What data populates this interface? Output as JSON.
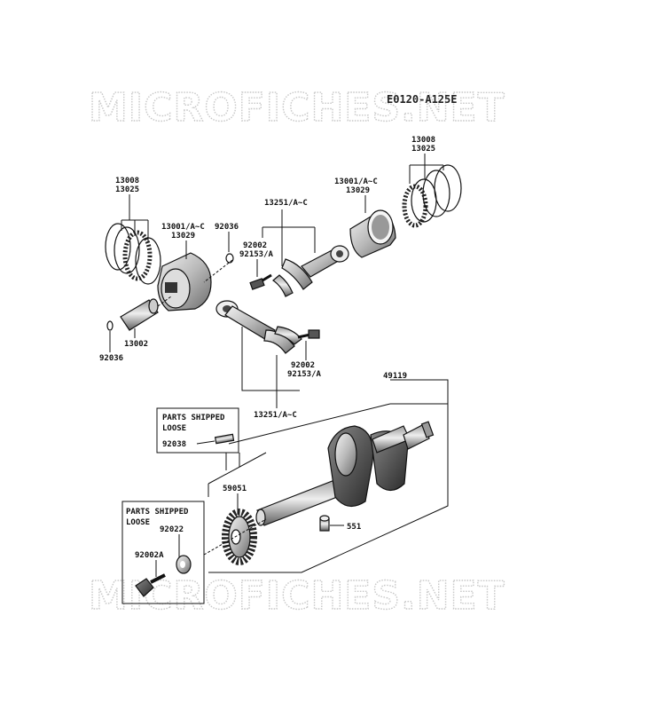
{
  "watermark": {
    "top": "MICROFICHES.NET",
    "bottom": "MICROFICHES.NET"
  },
  "diagram_code": "E0120-A125E",
  "labels": {
    "rings_left_a": "13008",
    "rings_left_b": "13025",
    "rings_right_a": "13008",
    "rings_right_b": "13025",
    "piston_left_a": "13001/A~C",
    "piston_left_b": "13029",
    "piston_right_a": "13001/A~C",
    "piston_right_b": "13029",
    "circlip_top": "92036",
    "circlip_bottom": "92036",
    "pin": "13002",
    "conrod_top": "13251/A~C",
    "bolt_top_a": "92002",
    "bolt_top_b": "92153/A",
    "bolt_mid_a": "92002",
    "bolt_mid_b": "92153/A",
    "conrod_bottom": "13251/A~C",
    "crankshaft": "49119",
    "key": "92038",
    "gear": "59051",
    "dowel": "551",
    "washer": "92022",
    "gear_bolt": "92002A"
  },
  "boxes": {
    "upper_title_1": "PARTS SHIPPED",
    "upper_title_2": "LOOSE",
    "lower_title_1": "PARTS SHIPPED",
    "lower_title_2": "LOOSE"
  }
}
